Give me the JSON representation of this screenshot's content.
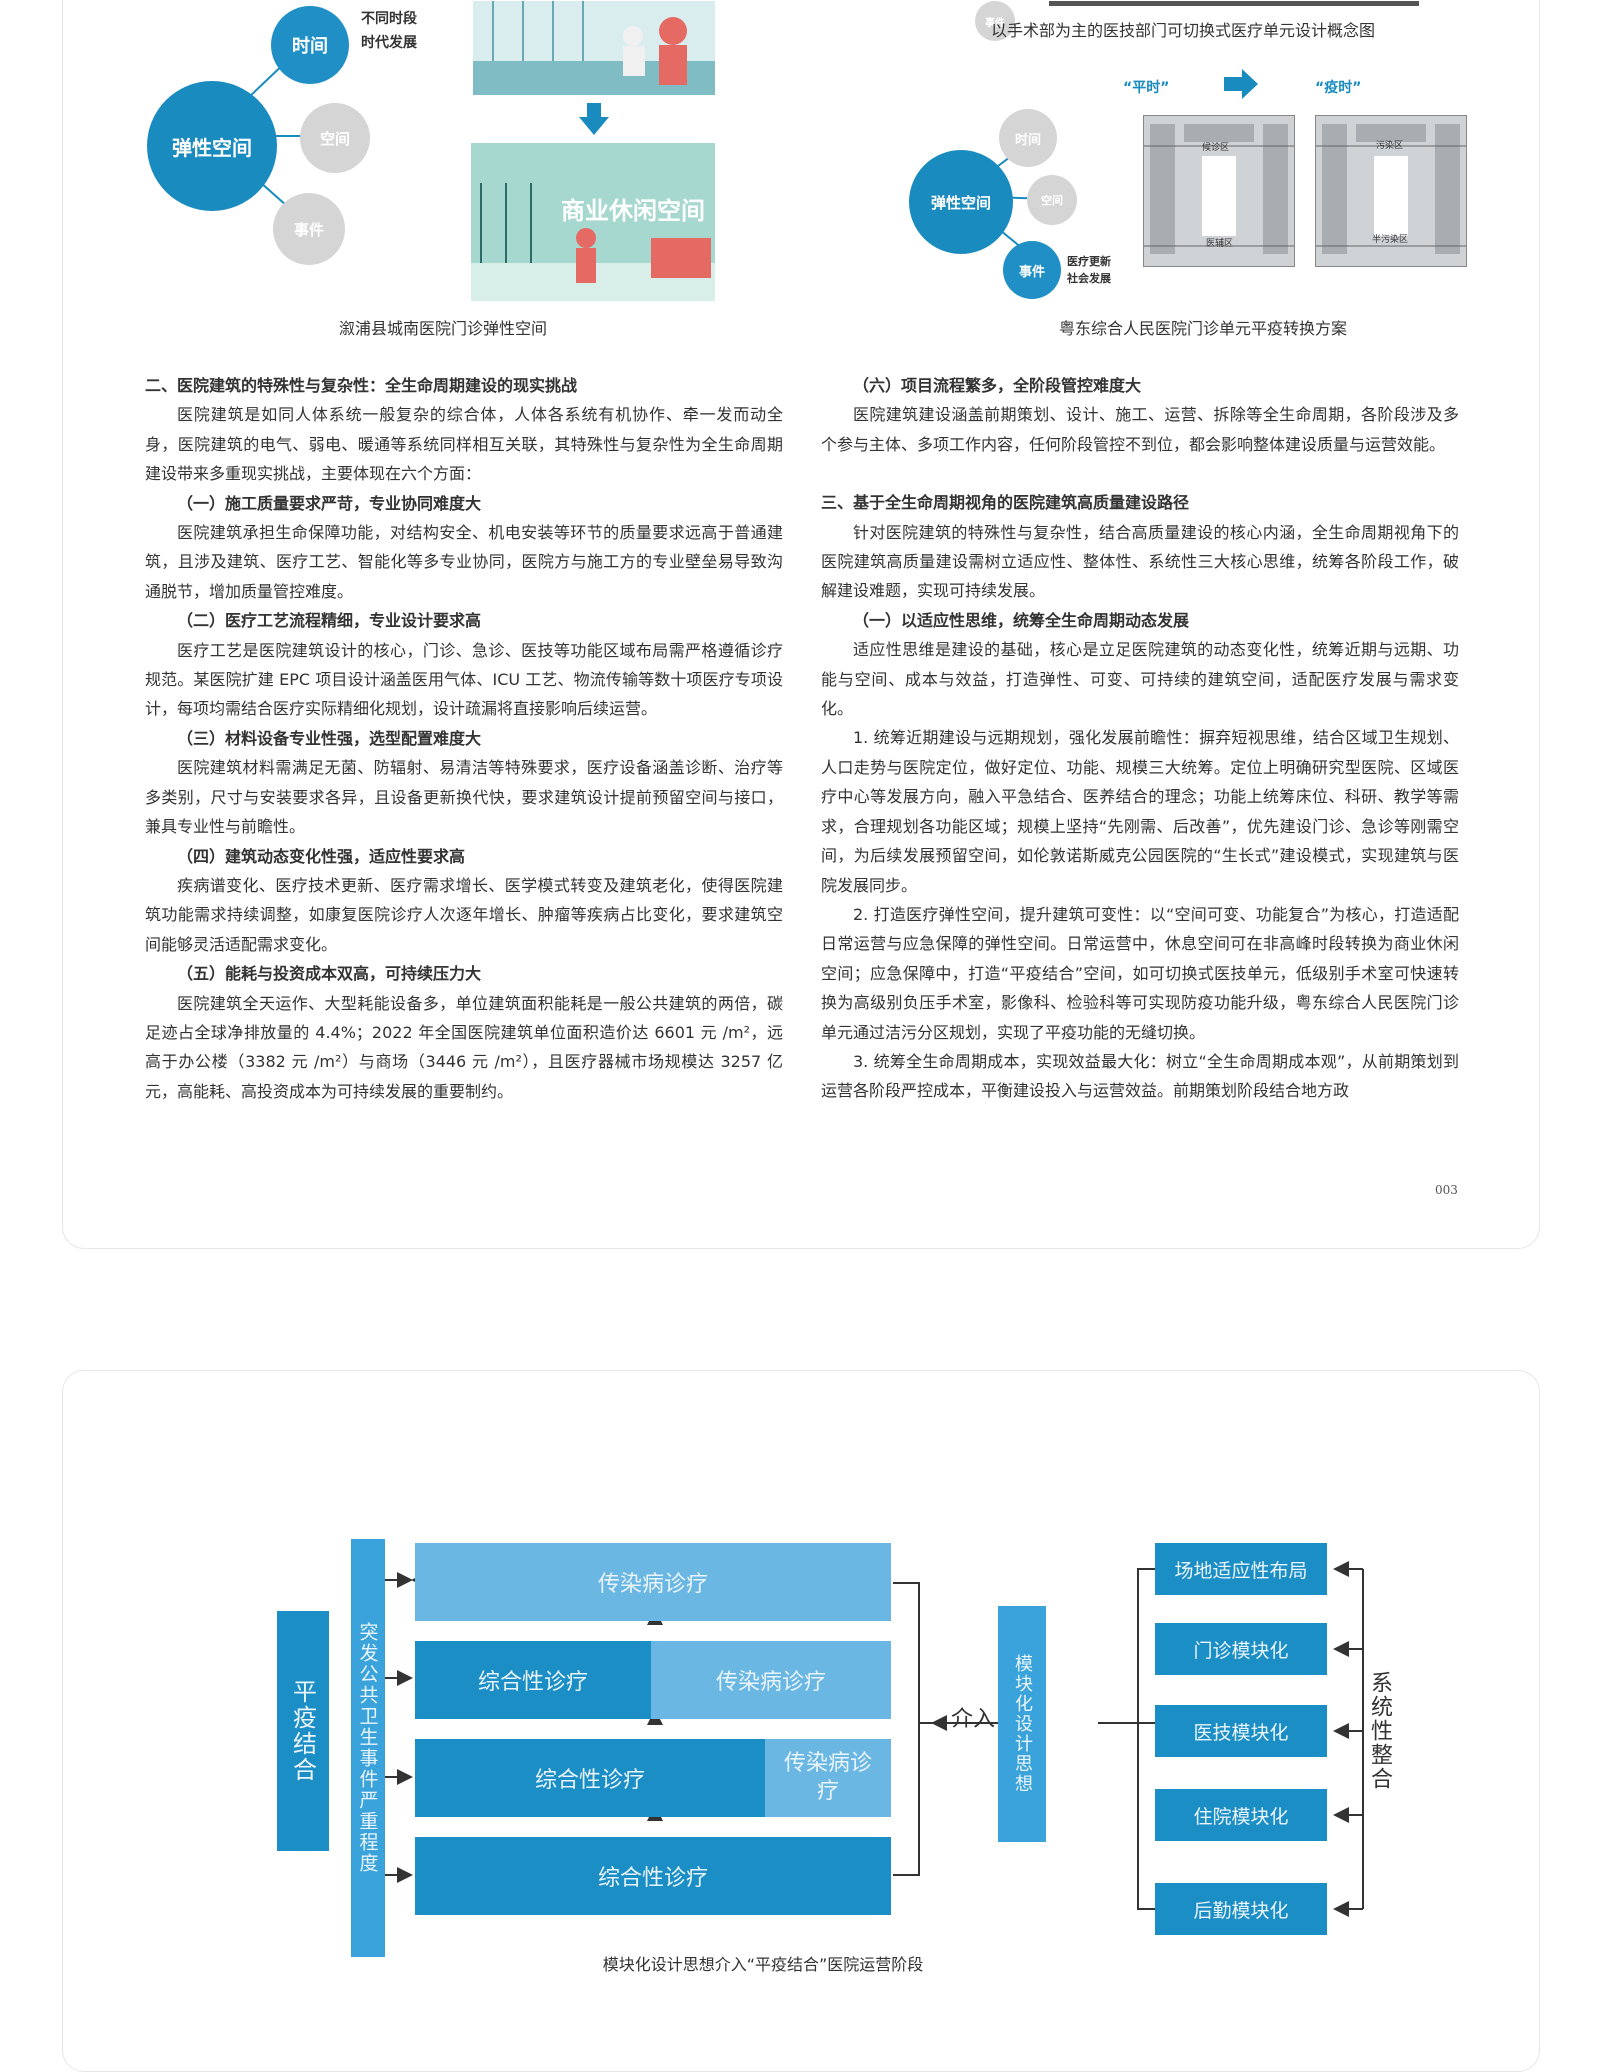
{
  "top": {
    "bubbles_left": {
      "center": "弹性空间",
      "time": "时间",
      "space": "空间",
      "event": "事件",
      "time_note_1": "不同时段",
      "time_note_2": "时代发展"
    },
    "photo_label": "商业休闲空间",
    "caption_left": "溆浦县城南医院门诊弹性空间",
    "event_small": "事件",
    "caption_right_top": "以手术部为主的医技部门可切换式医疗单元设计概念图",
    "plan_labels": {
      "normal": "“平时”",
      "epidemic": "“疫时”"
    },
    "bubbles_right": {
      "center": "弹性空间",
      "time": "时间",
      "space": "空间",
      "event": "事件",
      "event_note_1": "医疗更新",
      "event_note_2": "社会发展"
    },
    "floor_labels": {
      "a": "候诊区",
      "b": "医辅区",
      "c": "污染区",
      "d": "半污染区"
    },
    "caption_right": "粤东综合人民医院门诊单元平疫转换方案"
  },
  "left_col": [
    {
      "type": "h2",
      "text": "二、医院建筑的特殊性与复杂性：全生命周期建设的现实挑战"
    },
    {
      "type": "p",
      "text": "医院建筑是如同人体系统一般复杂的综合体，人体各系统有机协作、牵一发而动全身，医院建筑的电气、弱电、暖通等系统同样相互关联，其特殊性与复杂性为全生命周期建设带来多重现实挑战，主要体现在六个方面："
    },
    {
      "type": "h3",
      "text": "（一）施工质量要求严苛，专业协同难度大"
    },
    {
      "type": "p",
      "text": "医院建筑承担生命保障功能，对结构安全、机电安装等环节的质量要求远高于普通建筑，且涉及建筑、医疗工艺、智能化等多专业协同，医院方与施工方的专业壁垒易导致沟通脱节，增加质量管控难度。"
    },
    {
      "type": "h3",
      "text": "（二）医疗工艺流程精细，专业设计要求高"
    },
    {
      "type": "p",
      "text": "医疗工艺是医院建筑设计的核心，门诊、急诊、医技等功能区域布局需严格遵循诊疗规范。某医院扩建 EPC 项目设计涵盖医用气体、ICU 工艺、物流传输等数十项医疗专项设计，每项均需结合医疗实际精细化规划，设计疏漏将直接影响后续运营。"
    },
    {
      "type": "h3",
      "text": "（三）材料设备专业性强，选型配置难度大"
    },
    {
      "type": "p",
      "text": "医院建筑材料需满足无菌、防辐射、易清洁等特殊要求，医疗设备涵盖诊断、治疗等多类别，尺寸与安装要求各异，且设备更新换代快，要求建筑设计提前预留空间与接口，兼具专业性与前瞻性。"
    },
    {
      "type": "h3",
      "text": "（四）建筑动态变化性强，适应性要求高"
    },
    {
      "type": "p",
      "text": "疾病谱变化、医疗技术更新、医疗需求增长、医学模式转变及建筑老化，使得医院建筑功能需求持续调整，如康复医院诊疗人次逐年增长、肿瘤等疾病占比变化，要求建筑空间能够灵活适配需求变化。"
    },
    {
      "type": "h3",
      "text": "（五）能耗与投资成本双高，可持续压力大"
    },
    {
      "type": "p",
      "text": "医院建筑全天运作、大型耗能设备多，单位建筑面积能耗是一般公共建筑的两倍，碳足迹占全球净排放量的 4.4%；2022 年全国医院建筑单位面积造价达 6601 元 /m²，远高于办公楼（3382 元 /m²）与商场（3446 元 /m²），且医疗器械市场规模达 3257 亿元，高能耗、高投资成本为可持续发展的重要制约。"
    }
  ],
  "right_col": [
    {
      "type": "h3",
      "text": "（六）项目流程繁多，全阶段管控难度大"
    },
    {
      "type": "p",
      "text": "医院建筑建设涵盖前期策划、设计、施工、运营、拆除等全生命周期，各阶段涉及多个参与主体、多项工作内容，任何阶段管控不到位，都会影响整体建设质量与运营效能。"
    },
    {
      "type": "gap",
      "text": ""
    },
    {
      "type": "h2",
      "text": "三、基于全生命周期视角的医院建筑高质量建设路径"
    },
    {
      "type": "p",
      "text": "针对医院建筑的特殊性与复杂性，结合高质量建设的核心内涵，全生命周期视角下的医院建筑高质量建设需树立适应性、整体性、系统性三大核心思维，统筹各阶段工作，破解建设难题，实现可持续发展。"
    },
    {
      "type": "h3",
      "text": "（一）以适应性思维，统筹全生命周期动态发展"
    },
    {
      "type": "p",
      "text": "适应性思维是建设的基础，核心是立足医院建筑的动态变化性，统筹近期与远期、功能与空间、成本与效益，打造弹性、可变、可持续的建筑空间，适配医疗发展与需求变化。"
    },
    {
      "type": "p",
      "text": "1. 统筹近期建设与远期规划，强化发展前瞻性：摒弃短视思维，结合区域卫生规划、人口走势与医院定位，做好定位、功能、规模三大统筹。定位上明确研究型医院、区域医疗中心等发展方向，融入平急结合、医养结合的理念；功能上统筹床位、科研、教学等需求，合理规划各功能区域；规模上坚持“先刚需、后改善”，优先建设门诊、急诊等刚需空间，为后续发展预留空间，如伦敦诺斯威克公园医院的“生长式”建设模式，实现建筑与医院发展同步。"
    },
    {
      "type": "p",
      "text": "2. 打造医疗弹性空间，提升建筑可变性：以“空间可变、功能复合”为核心，打造适配日常运营与应急保障的弹性空间。日常运营中，休息空间可在非高峰时段转换为商业休闲空间；应急保障中，打造“平疫结合”空间，如可切换式医技单元，低级别手术室可快速转换为高级别负压手术室，影像科、检验科等可实现防疫功能升级，粤东综合人民医院门诊单元通过洁污分区规划，实现了平疫功能的无缝切换。"
    },
    {
      "type": "p",
      "text": "3. 统筹全生命周期成本，实现效益最大化：树立“全生命周期成本观”，从前期策划到运营各阶段严控成本，平衡建设投入与运营效益。前期策划阶段结合地方政"
    }
  ],
  "page_number": "003",
  "diagram": {
    "left_box": "平疫结合",
    "vertical_bar": "突发公共卫生事件严重程度",
    "rows": [
      {
        "a": "传染病诊疗"
      },
      {
        "a": "综合性诊疗",
        "b": "传染病诊疗"
      },
      {
        "a": "综合性诊疗",
        "b": "传染病诊疗"
      },
      {
        "a": "综合性诊疗"
      }
    ],
    "intervene": "介入",
    "modular": "模块化设计思想",
    "modules": [
      "场地适应性布局",
      "门诊模块化",
      "医技模块化",
      "住院模块化",
      "后勤模块化"
    ],
    "system": "系统性整合",
    "caption": "模块化设计思想介入“平疫结合”医院运营阶段"
  },
  "colors": {
    "dark": "#1b8ec6",
    "light": "#6ab7e4",
    "gray": "#d5d5d5",
    "arrow": "#1a8bbf"
  }
}
